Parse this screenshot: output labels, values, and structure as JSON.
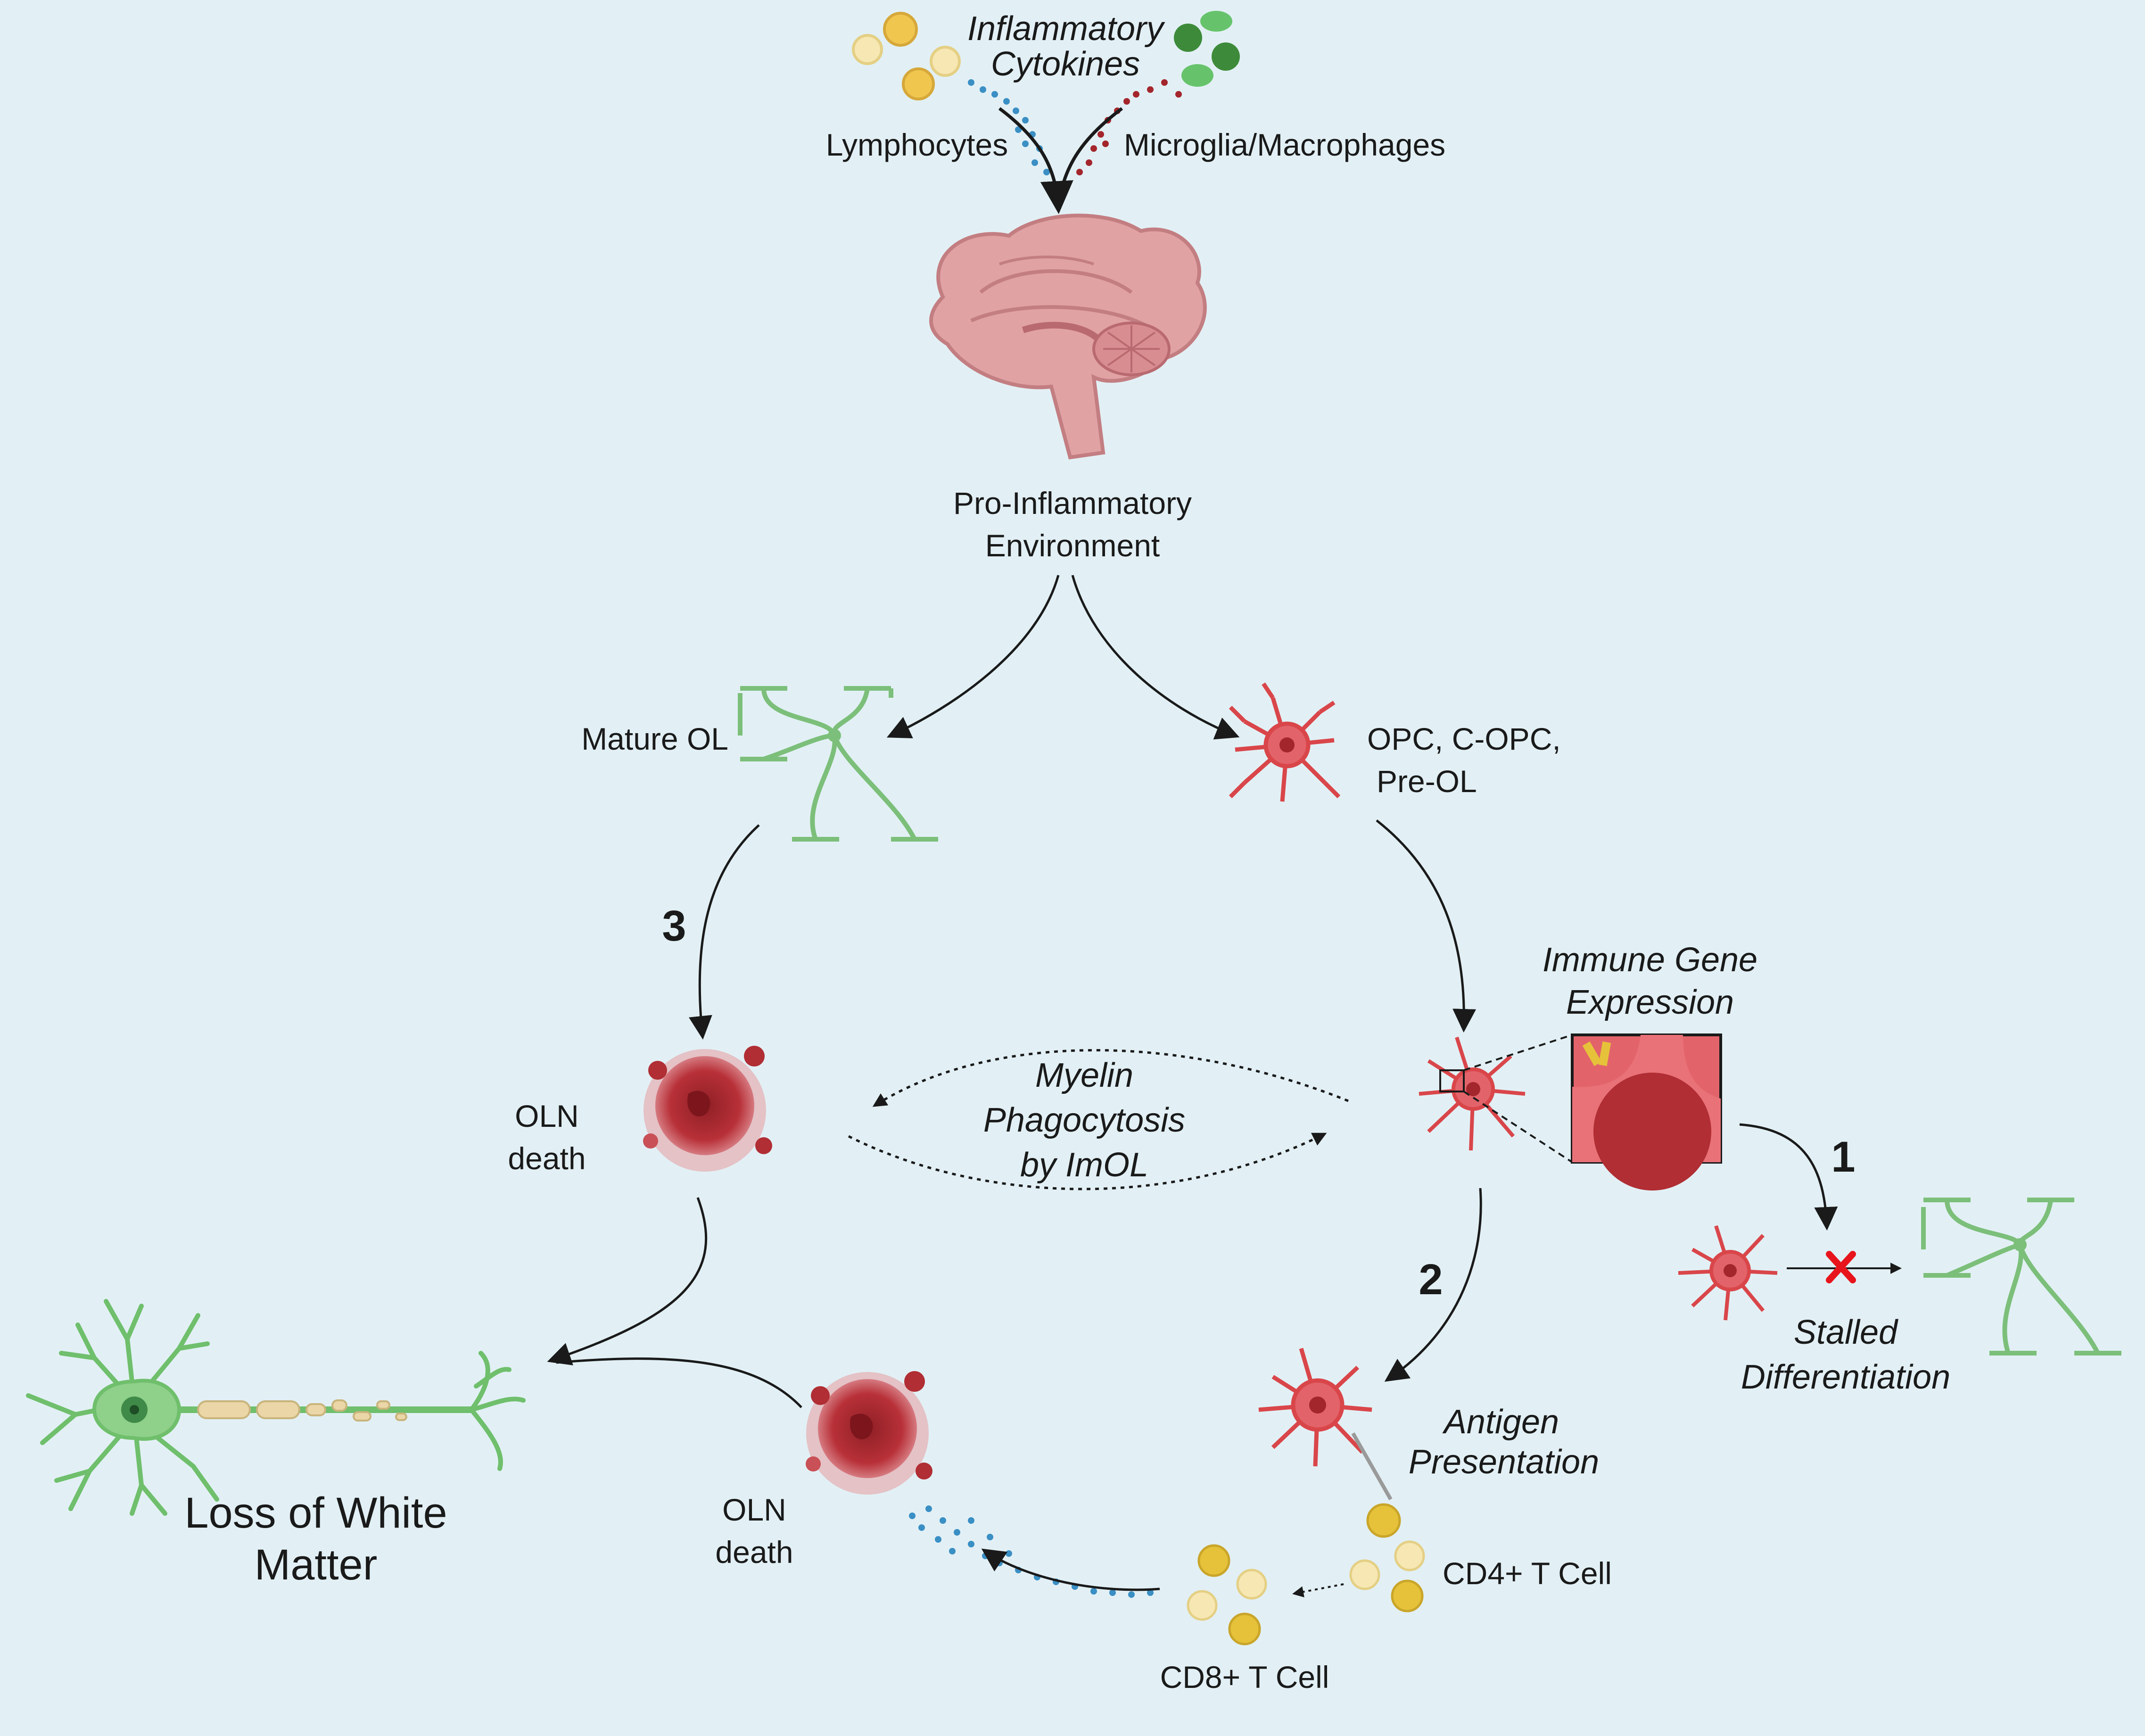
{
  "top": {
    "cytokines_line1": "Inflammatory",
    "cytokines_line2": "Cytokines",
    "lymphocytes": "Lymphocytes",
    "microglia": "Microglia/Macrophages"
  },
  "brain": {
    "line1": "Pro-Inflammatory",
    "line2": "Environment"
  },
  "mature_ol": "Mature OL",
  "opc": {
    "line1": "OPC, C-OPC,",
    "line2": "Pre-OL"
  },
  "steps": {
    "one": "1",
    "two": "2",
    "three": "3"
  },
  "immune": {
    "line1": "Immune Gene",
    "line2": "Expression"
  },
  "oln_death_left": {
    "line1": "OLN",
    "line2": "death"
  },
  "myelin": {
    "line1": "Myelin",
    "line2": "Phagocytosis",
    "line3": "by ImOL"
  },
  "stalled": {
    "line1": "Stalled",
    "line2": "Differentiation"
  },
  "antigen": {
    "line1": "Antigen",
    "line2": "Presentation"
  },
  "cd4": "CD4+ T Cell",
  "cd8": "CD8+ T Cell",
  "oln_death_bottom": {
    "line1": "OLN",
    "line2": "death"
  },
  "white_matter": {
    "line1": "Loss of White",
    "line2": "Matter"
  },
  "colors": {
    "background": "#e2f0f5",
    "ol_green": "#7cbf7a",
    "opc_red": "#d9464a",
    "death_red": "#b02e34",
    "tcell_yellow": "#e6c23a",
    "dots_blue": "#3a8fc4",
    "x_mark": "#e8141c"
  }
}
